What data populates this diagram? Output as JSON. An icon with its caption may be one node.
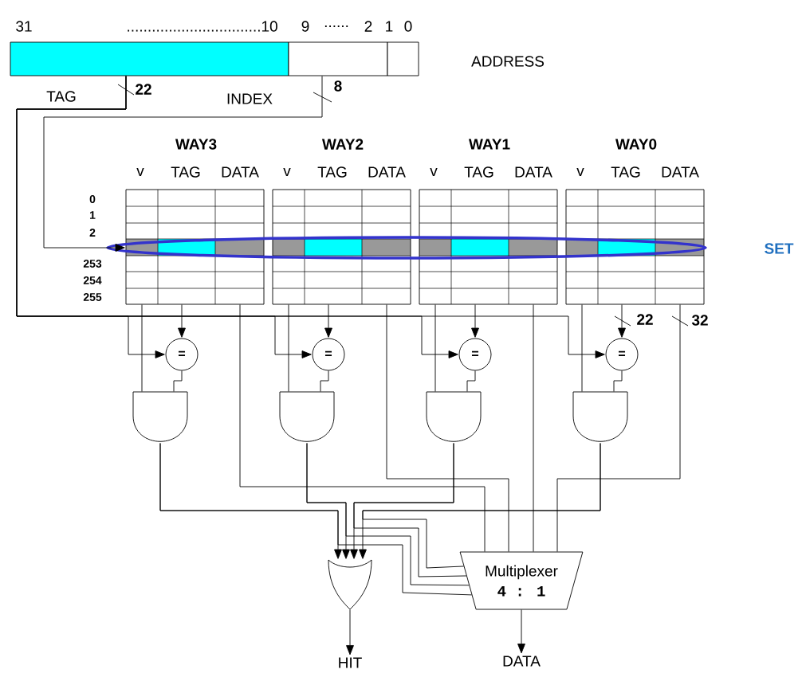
{
  "diagram": {
    "nodes": [
      {
        "text": [],
        "shape": "box",
        "beside": [
          "TAG"
        ]
      },
      {
        "text": [],
        "shape": "box",
        "beside": [
          "INDEX"
        ]
      },
      {
        "text": [],
        "shape": "box"
      },
      {
        "text": [
          "WAY3",
          "v",
          "TAG",
          "DATA"
        ]
      },
      {
        "text": [
          "WAY2",
          "v",
          "TAG",
          "DATA"
        ]
      },
      {
        "text": [
          "WAY1",
          "v",
          "TAG",
          "DATA"
        ]
      },
      {
        "text": [
          "WAY0",
          "v",
          "TAG",
          "DATA"
        ]
      },
      {
        "text": [
          "="
        ]
      },
      {
        "text": [
          "="
        ]
      },
      {
        "text": [
          "="
        ]
      },
      {
        "text": [
          "="
        ]
      },
      {
        "text": [],
        "shape": "gate"
      },
      {
        "text": [],
        "shape": "gate"
      },
      {
        "text": [],
        "shape": "gate"
      },
      {
        "text": [],
        "shape": "gate"
      },
      {
        "text": [],
        "shape": "gate"
      },
      {
        "text": [
          "Multiplexer",
          "4 : 1"
        ]
      },
      {
        "text": [
          "HIT"
        ]
      },
      {
        "text": [
          "DATA"
        ]
      },
      {
        "text": [
          "SET"
        ]
      }
    ],
    "edges": [
      {
        "from": 1,
        "to": 3,
        "arrow": "to",
        "label": "8"
      },
      {
        "from": 0,
        "to": 7,
        "arrow": "to",
        "label": "22"
      },
      {
        "from": 0,
        "to": 8,
        "arrow": "to"
      },
      {
        "from": 0,
        "to": 9,
        "arrow": "to"
      },
      {
        "from": 0,
        "to": 10,
        "arrow": "to"
      },
      {
        "from": 3,
        "to": 7,
        "arrow": "to"
      },
      {
        "from": 4,
        "to": 8,
        "arrow": "to"
      },
      {
        "from": 5,
        "to": 9,
        "arrow": "to"
      },
      {
        "from": 6,
        "to": 10,
        "arrow": "to",
        "label": "22"
      },
      {
        "from": 3,
        "to": 11,
        "arrow": "none"
      },
      {
        "from": 4,
        "to": 12,
        "arrow": "none"
      },
      {
        "from": 5,
        "to": 13,
        "arrow": "none"
      },
      {
        "from": 6,
        "to": 14,
        "arrow": "none"
      },
      {
        "from": 7,
        "to": 11,
        "arrow": "none"
      },
      {
        "from": 8,
        "to": 12,
        "arrow": "none"
      },
      {
        "from": 9,
        "to": 13,
        "arrow": "none"
      },
      {
        "from": 10,
        "to": 14,
        "arrow": "none"
      },
      {
        "from": 11,
        "to": 15,
        "arrow": "to"
      },
      {
        "from": 12,
        "to": 15,
        "arrow": "to"
      },
      {
        "from": 13,
        "to": 15,
        "arrow": "to"
      },
      {
        "from": 14,
        "to": 15,
        "arrow": "to"
      },
      {
        "from": 11,
        "to": 16,
        "arrow": "none"
      },
      {
        "from": 12,
        "to": 16,
        "arrow": "none"
      },
      {
        "from": 13,
        "to": 16,
        "arrow": "none"
      },
      {
        "from": 14,
        "to": 16,
        "arrow": "none"
      },
      {
        "from": 3,
        "to": 16,
        "arrow": "none"
      },
      {
        "from": 4,
        "to": 16,
        "arrow": "none"
      },
      {
        "from": 5,
        "to": 16,
        "arrow": "none"
      },
      {
        "from": 6,
        "to": 16,
        "arrow": "none",
        "label": "32"
      },
      {
        "from": 15,
        "to": 17,
        "arrow": "to"
      },
      {
        "from": 16,
        "to": 18,
        "arrow": "to"
      }
    ],
    "labels": [
      "31",
      "................................10",
      "9",
      "......",
      "2",
      "1",
      "0",
      "ADDRESS",
      "0",
      "1",
      "2",
      "253",
      "254",
      "255"
    ]
  }
}
